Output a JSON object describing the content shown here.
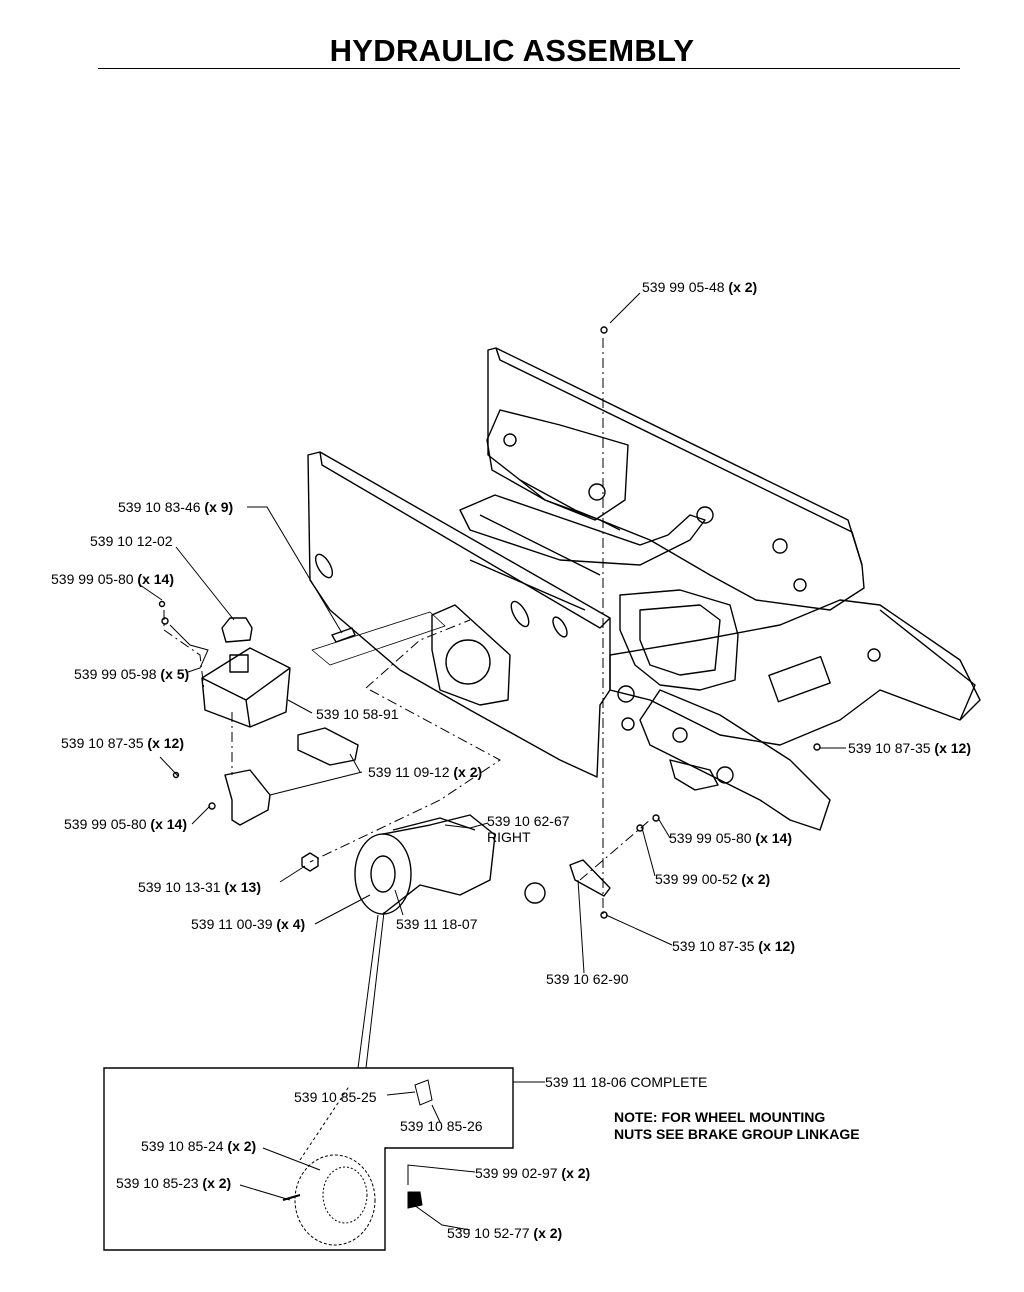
{
  "title": "HYDRAULIC ASSEMBLY",
  "callouts": [
    {
      "part": "539 99 05-48",
      "qty": "(x 2)"
    },
    {
      "part": "539 10 83-46",
      "qty": "(x 9)"
    },
    {
      "part": "539 10 12-02",
      "qty": ""
    },
    {
      "part": "539 99 05-80",
      "qty": "(x 14)"
    },
    {
      "part": "539 99 05-98",
      "qty": "(x 5)"
    },
    {
      "part": "539 10 58-91",
      "qty": ""
    },
    {
      "part": "539 10 87-35",
      "qty": "(x 12)"
    },
    {
      "part": "539 11 09-12",
      "qty": "(x 2)"
    },
    {
      "part": "539 99 05-80",
      "qty": "(x 14)"
    },
    {
      "part": "539 10 62-67",
      "qty": ""
    },
    {
      "part": "RIGHT",
      "qty": ""
    },
    {
      "part": "539 10 13-31",
      "qty": "(x 13)"
    },
    {
      "part": "539 11 00-39",
      "qty": "(x 4)"
    },
    {
      "part": "539 11 18-07",
      "qty": ""
    },
    {
      "part": "539 10 87-35",
      "qty": "(x 12)"
    },
    {
      "part": "539 99 05-80",
      "qty": "(x 14)"
    },
    {
      "part": "539 99 00-52",
      "qty": "(x 2)"
    },
    {
      "part": "539 10 87-35",
      "qty": "(x 12)"
    },
    {
      "part": "539 10 62-90",
      "qty": ""
    },
    {
      "part": "539 11 18-06 COMPLETE",
      "qty": ""
    },
    {
      "part": "539 10 85-25",
      "qty": ""
    },
    {
      "part": "539 10 85-26",
      "qty": ""
    },
    {
      "part": "539 10 85-24",
      "qty": "(x 2)"
    },
    {
      "part": "539 10 85-23",
      "qty": "(x 2)"
    },
    {
      "part": "539 99 02-97",
      "qty": "(x 2)"
    },
    {
      "part": "539 10 52-77",
      "qty": "(x 2)"
    }
  ],
  "note": {
    "line1": "NOTE: FOR WHEEL MOUNTING",
    "line2": "NUTS SEE BRAKE GROUP LINKAGE"
  }
}
